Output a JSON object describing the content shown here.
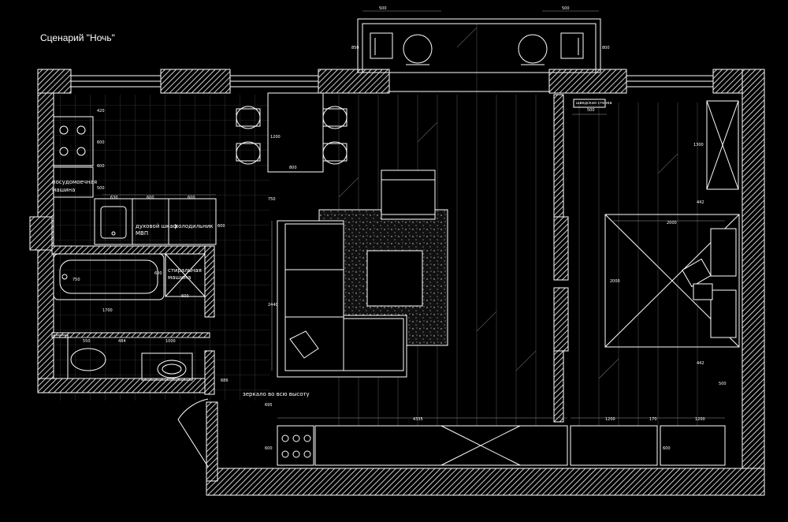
{
  "title": "Сценарий \"Ночь\"",
  "labels": {
    "dishwasher_1": "посудомоечная",
    "dishwasher_2": "машина",
    "oven_1": "духовой шкаф",
    "oven_2": "МВП",
    "fridge": "холодильник",
    "washer_1": "стиральная",
    "washer_2": "машина",
    "mirror": "зеркало во всю высоту",
    "wall_bars": "шведская стенка"
  },
  "dims": {
    "balcony_left": "500",
    "balcony_right": "500",
    "balcony_left_h": "850",
    "balcony_right_h": "800",
    "k1": "420",
    "k2": "600",
    "k3": "600",
    "k4": "500",
    "table_w": "800",
    "table_h": "1200",
    "c1": "630",
    "c2": "600",
    "c3": "600",
    "k_side": "600",
    "sofa_gap": "750",
    "sofa_len": "2440",
    "bath_h": "750",
    "bath_side": "600",
    "bath_len": "1700",
    "washer_w": "600",
    "wc1": "550",
    "wc2": "484",
    "wc3": "1000",
    "mirror_w": "686",
    "hall_w": "4335",
    "entry_h": "695",
    "bottom_h": "600",
    "b1": "1200",
    "b2": "170",
    "b3": "1200",
    "bottom_h2": "600",
    "bars_w": "500",
    "wardrobe_h": "1300",
    "bed_w": "2000",
    "bed_h": "2000",
    "nightstand_top": "442",
    "nightstand_bot": "442",
    "side_w": "500"
  }
}
